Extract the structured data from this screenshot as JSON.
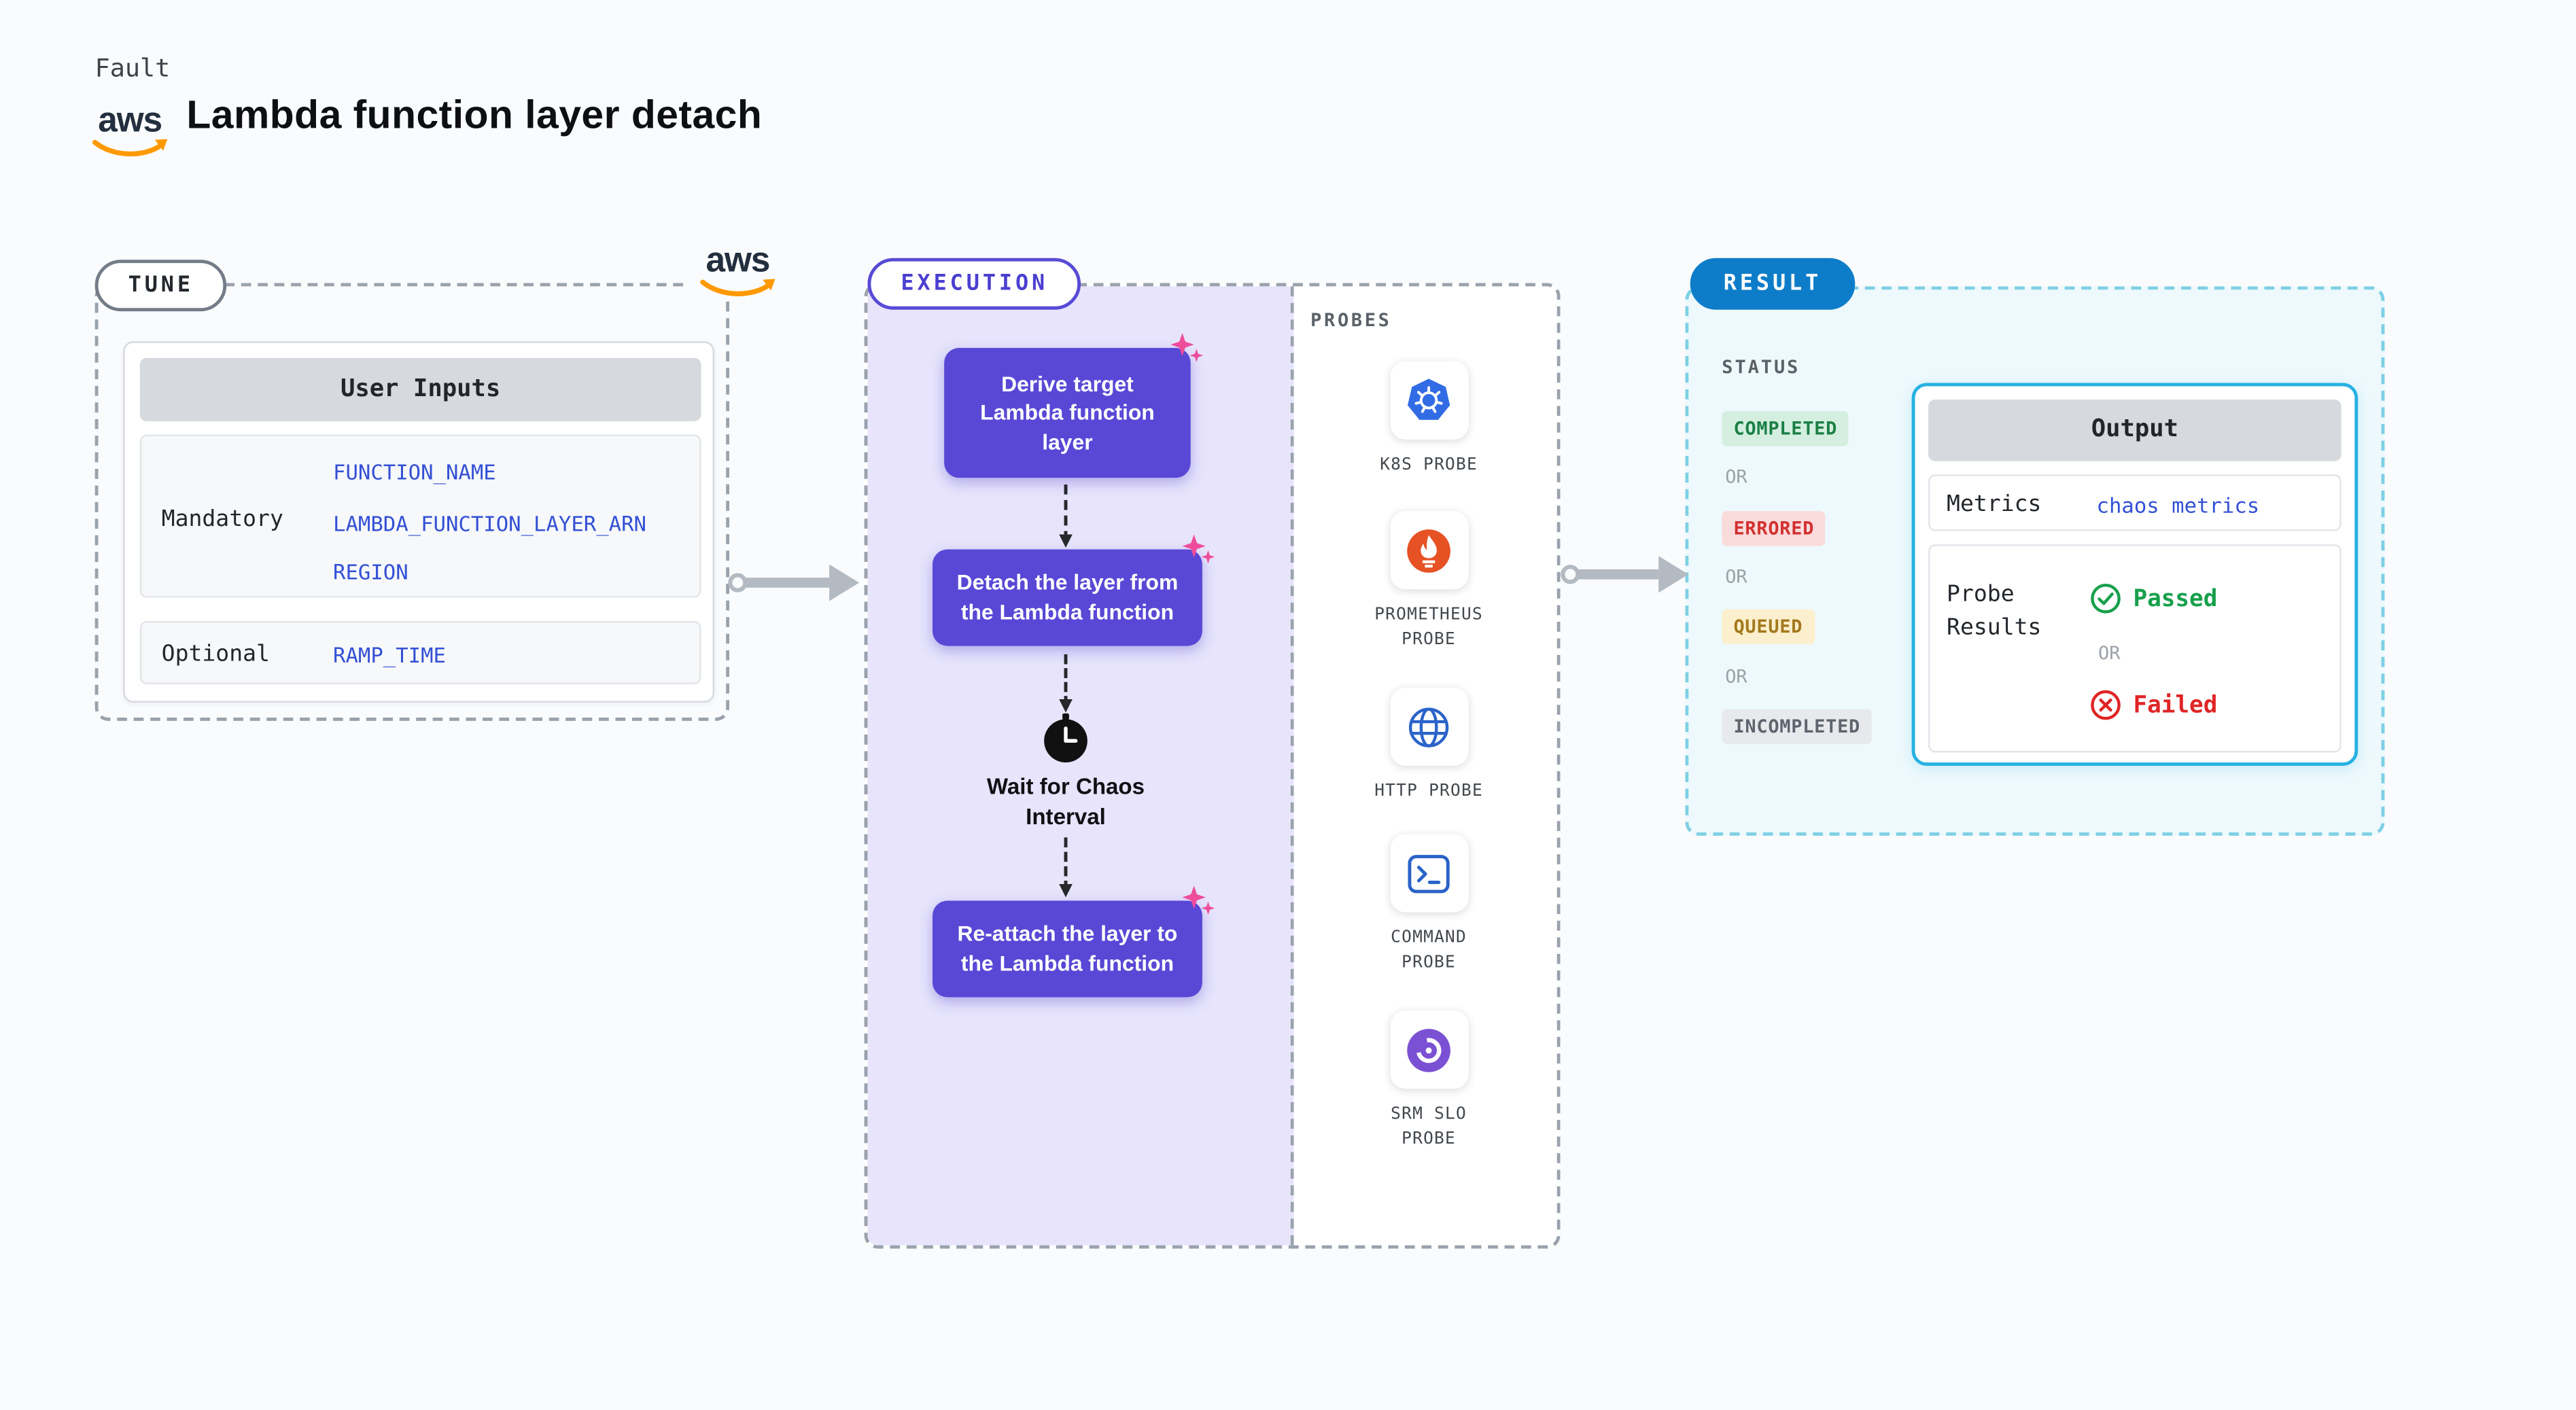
{
  "header": {
    "kicker": "Fault",
    "title": "Lambda function layer detach",
    "aws_logo_text": "aws"
  },
  "tune": {
    "pill": "TUNE",
    "aws_logo_text": "aws",
    "card_title": "User Inputs",
    "mandatory_label": "Mandatory",
    "mandatory_params": [
      "FUNCTION_NAME",
      "LAMBDA_FUNCTION_LAYER_ARN",
      "REGION"
    ],
    "optional_label": "Optional",
    "optional_params": [
      "RAMP_TIME"
    ]
  },
  "execution": {
    "pill": "EXECUTION",
    "steps": [
      "Derive target Lambda function layer",
      "Detach the layer from the Lambda function",
      "Re-attach the layer to the Lambda function"
    ],
    "step_badge_icon": "sparkle-icon",
    "wait_icon": "clock-icon",
    "wait_label": "Wait for Chaos Interval"
  },
  "probes": {
    "heading": "PROBES",
    "items": [
      {
        "name": "K8S PROBE",
        "icon": "kubernetes-icon"
      },
      {
        "name": "PROMETHEUS PROBE",
        "icon": "prometheus-icon"
      },
      {
        "name": "HTTP PROBE",
        "icon": "http-globe-icon"
      },
      {
        "name": "COMMAND PROBE",
        "icon": "command-terminal-icon"
      },
      {
        "name": "SRM SLO PROBE",
        "icon": "srm-slo-icon"
      }
    ]
  },
  "result": {
    "pill": "RESULT",
    "status_heading": "STATUS",
    "or_label": "OR",
    "statuses": [
      {
        "label": "COMPLETED",
        "type": "success"
      },
      {
        "label": "ERRORED",
        "type": "error"
      },
      {
        "label": "QUEUED",
        "type": "warning"
      },
      {
        "label": "INCOMPLETED",
        "type": "neutral"
      }
    ],
    "output": {
      "title": "Output",
      "metrics_label": "Metrics",
      "metrics_value": "chaos metrics",
      "probe_results_label": "Probe Results",
      "passed_label": "Passed",
      "failed_label": "Failed"
    }
  },
  "colors": {
    "accent_purple": "#5948d6",
    "execution_bg": "#e7e4fc",
    "result_accent_blue": "#0e7dc9",
    "output_border_cyan": "#27b1e3",
    "link_blue": "#3350d5",
    "success_green": "#17a04c",
    "error_red": "#e02525",
    "warning_amber": "#a3791d",
    "sparkle_pink": "#ee4d9b",
    "aws_orange": "#ff9900",
    "kubernetes_blue": "#326ce5",
    "prometheus_orange": "#e75225",
    "srm_purple": "#7b51d3"
  }
}
